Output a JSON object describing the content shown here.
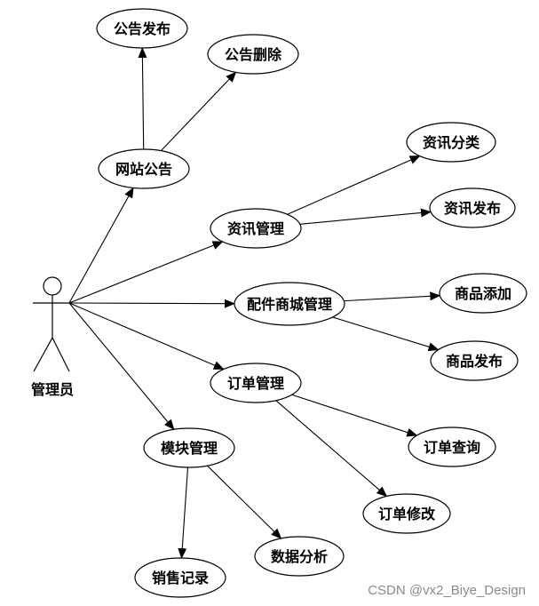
{
  "actor": {
    "label": "管理员",
    "icon": "stick-figure-icon"
  },
  "use_cases": [
    {
      "id": "announce_publish",
      "label": "公告发布"
    },
    {
      "id": "announce_delete",
      "label": "公告删除"
    },
    {
      "id": "site_announce",
      "label": "网站公告"
    },
    {
      "id": "news_category",
      "label": "资讯分类"
    },
    {
      "id": "news_manage",
      "label": "资讯管理"
    },
    {
      "id": "news_publish",
      "label": "资讯发布"
    },
    {
      "id": "parts_mall",
      "label": "配件商城管理"
    },
    {
      "id": "product_add",
      "label": "商品添加"
    },
    {
      "id": "product_publish",
      "label": "商品发布"
    },
    {
      "id": "order_manage",
      "label": "订单管理"
    },
    {
      "id": "order_query",
      "label": "订单查询"
    },
    {
      "id": "order_modify",
      "label": "订单修改"
    },
    {
      "id": "module_manage",
      "label": "模块管理"
    },
    {
      "id": "sales_record",
      "label": "销售记录"
    },
    {
      "id": "data_analysis",
      "label": "数据分析"
    }
  ],
  "edges": [
    {
      "from": "actor",
      "to": "site_announce"
    },
    {
      "from": "actor",
      "to": "news_manage"
    },
    {
      "from": "actor",
      "to": "parts_mall"
    },
    {
      "from": "actor",
      "to": "order_manage"
    },
    {
      "from": "actor",
      "to": "module_manage"
    },
    {
      "from": "site_announce",
      "to": "announce_publish"
    },
    {
      "from": "site_announce",
      "to": "announce_delete"
    },
    {
      "from": "news_manage",
      "to": "news_category"
    },
    {
      "from": "news_manage",
      "to": "news_publish"
    },
    {
      "from": "parts_mall",
      "to": "product_add"
    },
    {
      "from": "parts_mall",
      "to": "product_publish"
    },
    {
      "from": "order_manage",
      "to": "order_query"
    },
    {
      "from": "order_manage",
      "to": "order_modify"
    },
    {
      "from": "module_manage",
      "to": "sales_record"
    },
    {
      "from": "module_manage",
      "to": "data_analysis"
    }
  ],
  "watermark": "CSDN @vx2_Biye_Design"
}
